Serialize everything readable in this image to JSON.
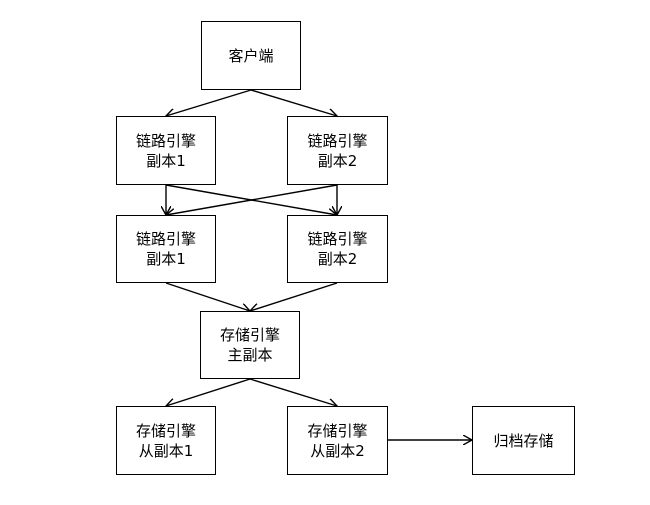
{
  "nodes": {
    "client": {
      "lines": [
        "客户端"
      ]
    },
    "link_engine_a1": {
      "lines": [
        "链路引擎",
        "副本1"
      ]
    },
    "link_engine_a2": {
      "lines": [
        "链路引擎",
        "副本2"
      ]
    },
    "link_engine_b1": {
      "lines": [
        "链路引擎",
        "副本1"
      ]
    },
    "link_engine_b2": {
      "lines": [
        "链路引擎",
        "副本2"
      ]
    },
    "storage_primary": {
      "lines": [
        "存储引擎",
        "主副本"
      ]
    },
    "storage_replica1": {
      "lines": [
        "存储引擎",
        "从副本1"
      ]
    },
    "storage_replica2": {
      "lines": [
        "存储引擎",
        "从副本2"
      ]
    },
    "archive_storage": {
      "lines": [
        "归档存储"
      ]
    }
  },
  "edges": [
    {
      "from": "client",
      "to": "link_engine_a1"
    },
    {
      "from": "client",
      "to": "link_engine_a2"
    },
    {
      "from": "link_engine_a1",
      "to": "link_engine_b1"
    },
    {
      "from": "link_engine_a1",
      "to": "link_engine_b2"
    },
    {
      "from": "link_engine_a2",
      "to": "link_engine_b1"
    },
    {
      "from": "link_engine_a2",
      "to": "link_engine_b2"
    },
    {
      "from": "link_engine_b1",
      "to": "storage_primary"
    },
    {
      "from": "link_engine_b2",
      "to": "storage_primary"
    },
    {
      "from": "storage_primary",
      "to": "storage_replica1"
    },
    {
      "from": "storage_primary",
      "to": "storage_replica2"
    },
    {
      "from": "storage_replica2",
      "to": "archive_storage"
    }
  ],
  "colors": {
    "stroke": "#000000",
    "fill": "#ffffff",
    "text": "#000000"
  }
}
